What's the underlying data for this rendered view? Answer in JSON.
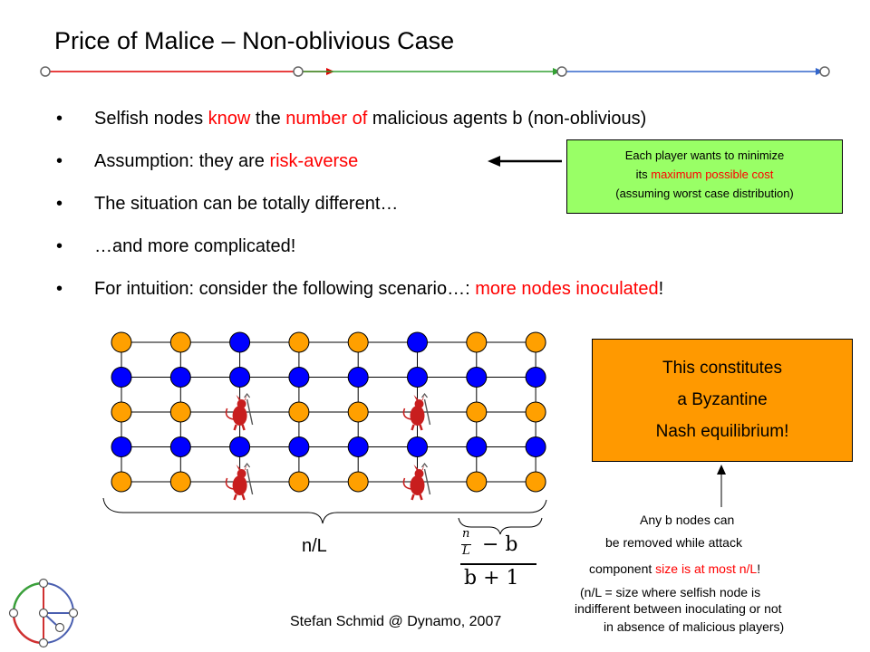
{
  "slide": {
    "title": "Price of Malice – Non-oblivious Case",
    "bullets": [
      {
        "parts": [
          {
            "t": "Selfish nodes ",
            "c": "black"
          },
          {
            "t": "know",
            "c": "red"
          },
          {
            "t": " the ",
            "c": "black"
          },
          {
            "t": "number of",
            "c": "red"
          },
          {
            "t": " malicious agents b (non-oblivious)",
            "c": "black"
          }
        ]
      },
      {
        "parts": [
          {
            "t": "Assumption: they are ",
            "c": "black"
          },
          {
            "t": "risk-averse",
            "c": "red"
          }
        ]
      },
      {
        "parts": [
          {
            "t": "The situation can be totally different…",
            "c": "black"
          }
        ]
      },
      {
        "parts": [
          {
            "t": "…and more complicated!",
            "c": "black"
          }
        ]
      },
      {
        "parts": [
          {
            "t": "For intuition: consider the following scenario…: ",
            "c": "black"
          },
          {
            "t": "more nodes inoculated",
            "c": "red"
          },
          {
            "t": "!",
            "c": "black"
          }
        ]
      }
    ],
    "bullet_symbol": "•",
    "green_box": {
      "line1": "Each player wants to minimize",
      "line2_pre": "its ",
      "line2_red": "maximum possible cost",
      "line3": "(assuming worst case distribution)"
    },
    "orange_box": {
      "line1": "This constitutes",
      "line2": "a Byzantine",
      "line3": "Nash equilibrium!"
    },
    "brace_label": "n/L",
    "fraction": {
      "n": "n",
      "L": "L",
      "minus_b": "− b",
      "denominator": "b + 1"
    },
    "note": {
      "line1": "Any b nodes can",
      "line2": "be removed while attack",
      "line3_pre": "component ",
      "line3_red": "size is at most n/L",
      "line3_post": "!",
      "line4": "(n/L = size where selfish node is",
      "line5": "indifferent between inoculating or not",
      "line6": "in absence of malicious players)"
    },
    "footer": "Stefan Schmid @ Dynamo, 2007"
  },
  "grid": {
    "columns": 8,
    "rows": 5,
    "colors": {
      "orange": "#ffa000",
      "blue": "#0000ff",
      "edge": "#000000",
      "devil": "#c81e1e"
    },
    "node_types": [
      [
        "orange",
        "orange",
        "blue",
        "orange",
        "orange",
        "blue",
        "orange",
        "orange"
      ],
      [
        "blue",
        "blue",
        "blue",
        "blue",
        "blue",
        "blue",
        "blue",
        "blue"
      ],
      [
        "orange",
        "orange",
        "malicious",
        "orange",
        "orange",
        "malicious",
        "orange",
        "orange"
      ],
      [
        "blue",
        "blue",
        "blue",
        "blue",
        "blue",
        "blue",
        "blue",
        "blue"
      ],
      [
        "orange",
        "orange",
        "malicious",
        "orange",
        "orange",
        "malicious",
        "orange",
        "orange"
      ]
    ]
  },
  "colors": {
    "accent_red": "#ff0000",
    "green_box": "#99ff66",
    "orange_box": "#ff9900",
    "rule_red": "#e00000",
    "rule_green": "#33a033",
    "rule_blue": "#3366cc"
  }
}
